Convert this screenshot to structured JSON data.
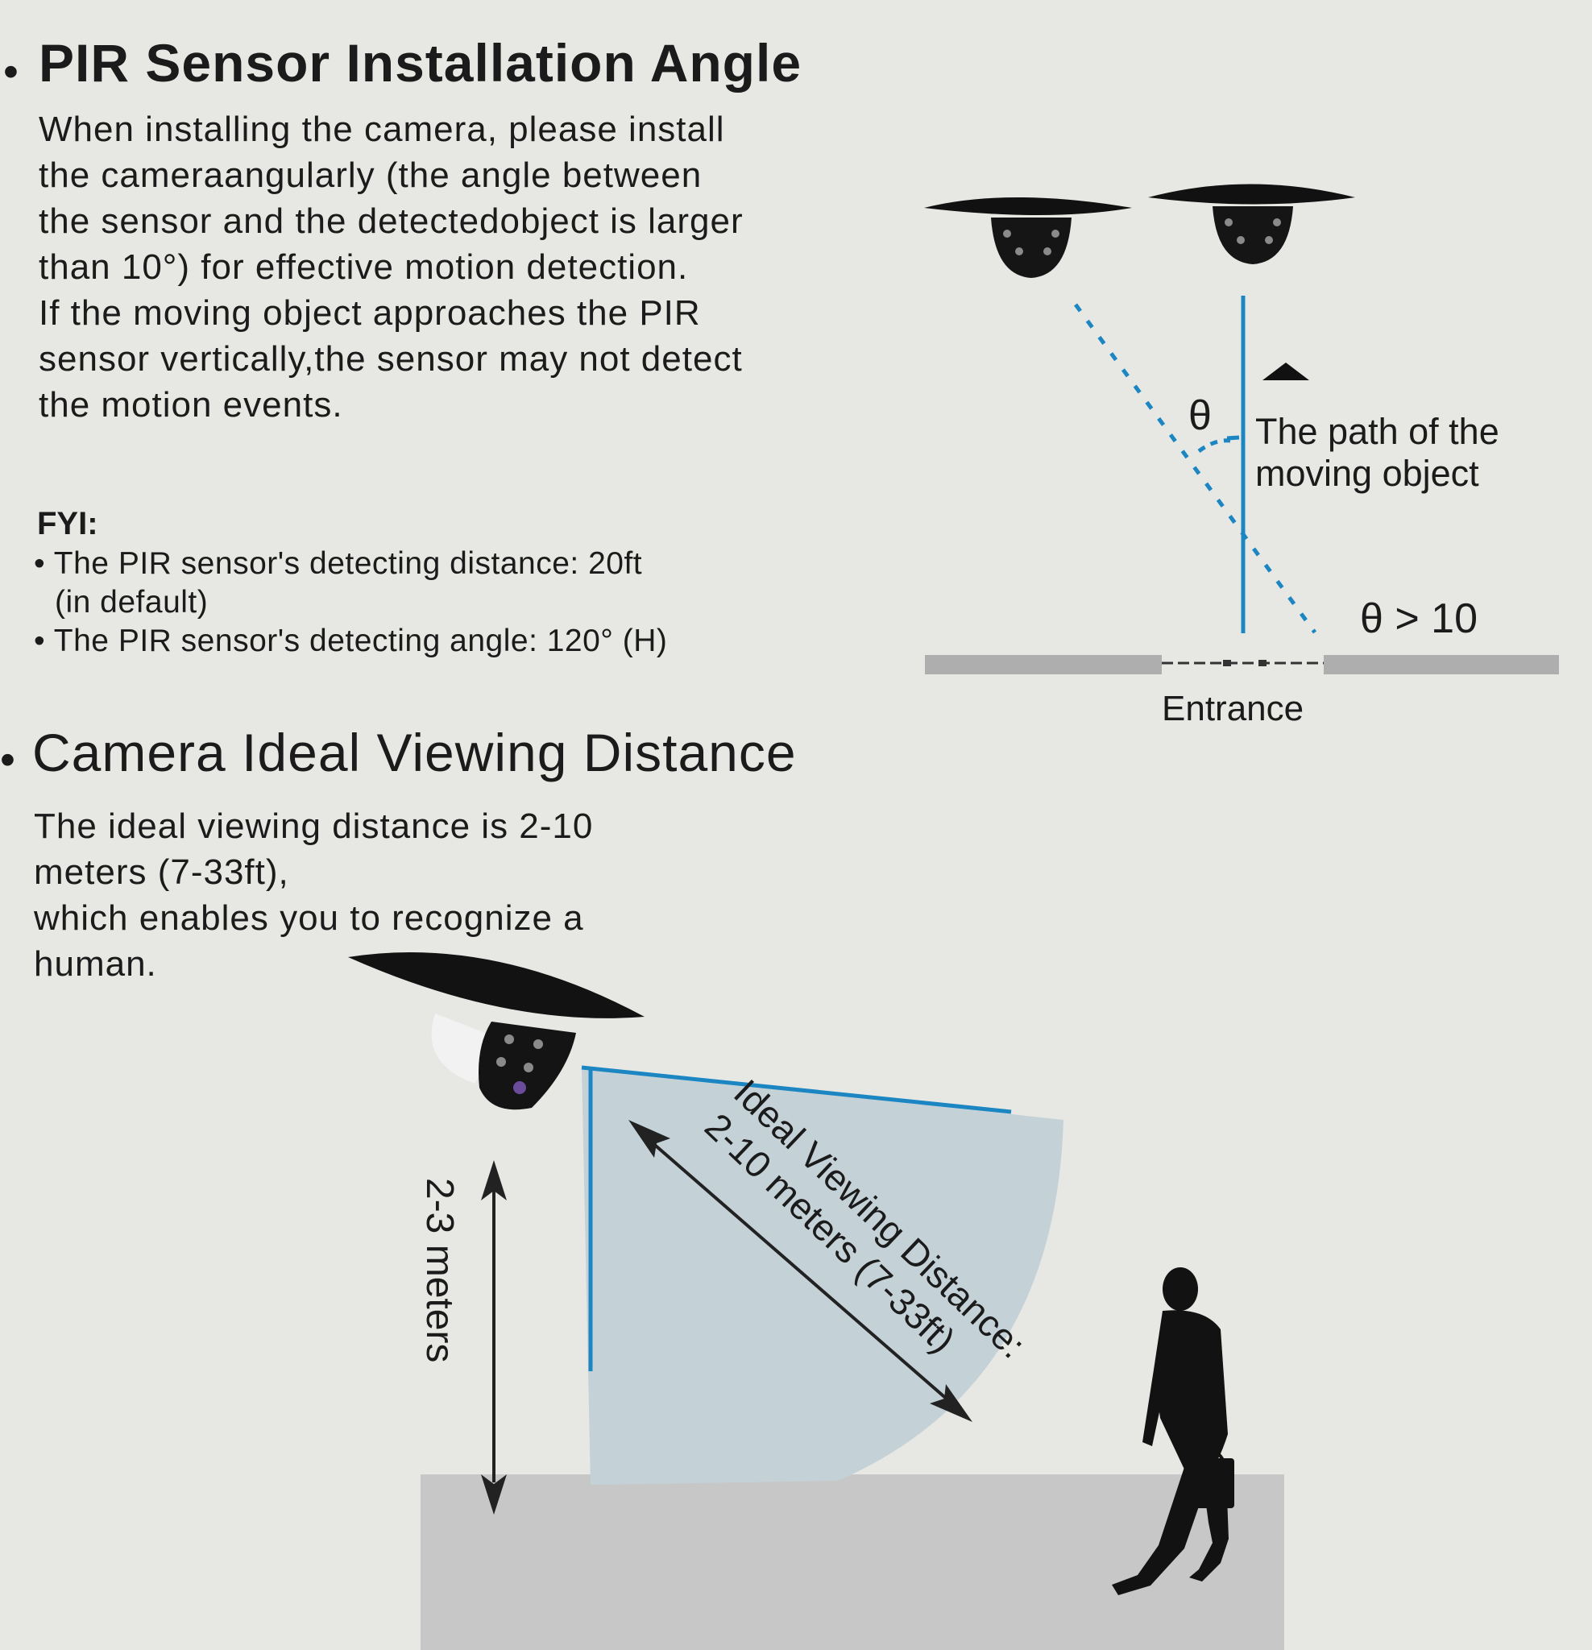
{
  "pir": {
    "title": "PIR Sensor Installation Angle",
    "paragraph": [
      "When installing the camera, please install",
      "the cameraangularly (the angle between",
      "the sensor  and the detectedobject is larger",
      " than 10°) for effective motion detection.",
      "If the moving object approaches the PIR",
      "sensor vertically,the sensor may not detect",
      " the motion events."
    ],
    "fyi_title": "FYI:",
    "fyi_items": [
      [
        "The PIR sensor's detecting distance: 20ft",
        "(in default)"
      ],
      [
        "The PIR sensor's detecting angle: 120° (H)"
      ]
    ],
    "diagram": {
      "theta": "θ",
      "path_label": [
        "The path of the",
        "moving object"
      ],
      "condition": "θ > 10",
      "entrance": "Entrance"
    }
  },
  "viewing": {
    "title": "Camera Ideal Viewing Distance",
    "paragraph": [
      "The ideal viewing distance is 2-10",
      " meters (7-33ft),",
      "which enables you to recognize a",
      " human."
    ],
    "diagram": {
      "height_label": "2-3 meters",
      "distance_label_1": "Ideal Viewing Distance:",
      "distance_label_2": "2-10 meters (7-33ft)"
    }
  },
  "colors": {
    "background": "#e7e8e4",
    "accent_blue": "#1b86c2",
    "fov_fill": "#c4d2d8",
    "ground": "#c6c6c6",
    "text": "#1b1b1b"
  }
}
